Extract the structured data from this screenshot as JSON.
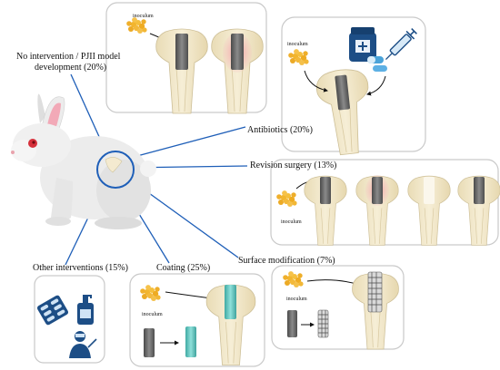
{
  "labels": {
    "no_intervention_line1": "No intervention / PJII model",
    "no_intervention_line2": "development (20%)",
    "antibiotics": "Antibiotics (20%)",
    "revision_surgery": "Revision surgery (13%)",
    "surface_modification": "Surface modification (7%)",
    "coating": "Coating (25%)",
    "other_interventions": "Other interventions (15%)"
  },
  "panel_text": {
    "inoculum": "inoculum"
  },
  "colors": {
    "connector": "#1f5fb8",
    "panel_border": "#c9c9c9",
    "bone": "#f1e6c8",
    "implant": "#6f6f6f",
    "coating": "#5fc6c0",
    "infection": "#f0a0a8",
    "bacteria": "#f2b52e",
    "icon_blue": "#1d4e86"
  }
}
